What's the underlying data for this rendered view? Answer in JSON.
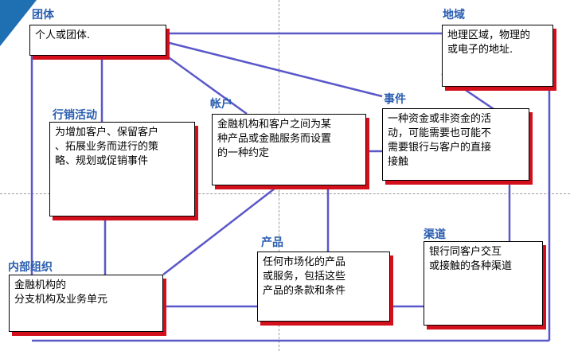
{
  "colors": {
    "line": "#5a58c8",
    "label": "#2a5db0",
    "shadow": "#d40f1c",
    "corner": "#1f6fb3"
  },
  "nodes": {
    "group": {
      "label": "团体",
      "text": "个人或团体."
    },
    "region": {
      "label": "地域",
      "text": "地理区域，物理的\n或电子的地址."
    },
    "marketing": {
      "label": "行销活动",
      "text": "为增加客户、保留客户\n、拓展业务而进行的策\n略、规划或促销事件"
    },
    "account": {
      "label": "帐户",
      "text": "金融机构和客户之间为某\n种产品或金融服务而设置\n的一种约定"
    },
    "event": {
      "label": "事件",
      "text": "一种资金或非资金的活\n动，可能需要也可能不\n需要银行与客户的直接\n接触"
    },
    "internal_org": {
      "label": "内部组织",
      "text": "金融机构的\n分支机构及业务单元"
    },
    "product": {
      "label": "产品",
      "text": "任何市场化的产品\n或服务，包括这些\n产品的条款和条件"
    },
    "channel": {
      "label": "渠道",
      "text": "银行同客户交互\n或接触的各种渠道"
    }
  }
}
